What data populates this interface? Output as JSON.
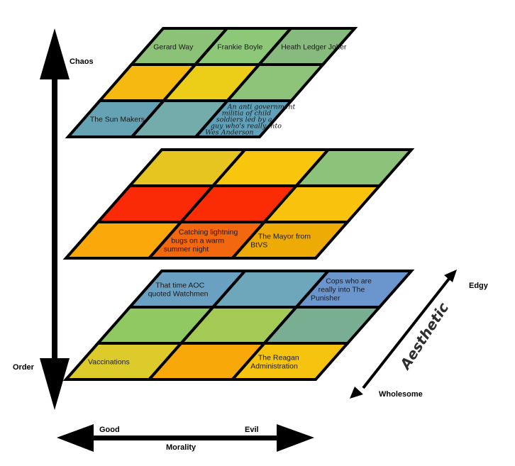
{
  "axes": {
    "vertical": {
      "top_label": "Chaos",
      "bottom_label": "Order"
    },
    "horizontal": {
      "title": "Morality",
      "left_label": "Good",
      "right_label": "Evil"
    },
    "depth": {
      "title": "Aesthetic",
      "top_label": "Edgy",
      "bottom_label": "Wholesome"
    }
  },
  "layers": [
    {
      "name": "chaos-layer",
      "cells": [
        {
          "row": 0,
          "col": 0,
          "color": "#8cc278",
          "text": [
            "Gerard Way"
          ]
        },
        {
          "row": 0,
          "col": 1,
          "color": "#8cc878",
          "text": [
            "Frankie Boyle"
          ]
        },
        {
          "row": 0,
          "col": 2,
          "color": "#86bb7d",
          "text": [
            "Heath Ledger Joker"
          ]
        },
        {
          "row": 1,
          "col": 0,
          "color": "#f5b90f",
          "text": []
        },
        {
          "row": 1,
          "col": 1,
          "color": "#eccd17",
          "text": []
        },
        {
          "row": 1,
          "col": 2,
          "color": "#8ec479",
          "text": []
        },
        {
          "row": 2,
          "col": 0,
          "color": "#64a2b4",
          "text": [
            "The Sun Makers"
          ]
        },
        {
          "row": 2,
          "col": 1,
          "color": "#74acac",
          "text": []
        },
        {
          "row": 2,
          "col": 2,
          "color": "#60a0b8",
          "text": [
            "An anti government",
            "militia of child",
            "soldiers led by a",
            "guy who's really into",
            "Wes Anderson"
          ],
          "style": "alt"
        }
      ]
    },
    {
      "name": "neutral-layer",
      "cells": [
        {
          "row": 0,
          "col": 0,
          "color": "#e7c520",
          "text": []
        },
        {
          "row": 0,
          "col": 1,
          "color": "#f8c60c",
          "text": []
        },
        {
          "row": 0,
          "col": 2,
          "color": "#8cc27a",
          "text": []
        },
        {
          "row": 1,
          "col": 0,
          "color": "#fa2a07",
          "text": []
        },
        {
          "row": 1,
          "col": 1,
          "color": "#fb2c03",
          "text": []
        },
        {
          "row": 1,
          "col": 2,
          "color": "#f9c20c",
          "text": []
        },
        {
          "row": 2,
          "col": 0,
          "color": "#fba90a",
          "text": []
        },
        {
          "row": 2,
          "col": 1,
          "color": "#f3670e",
          "text": [
            "Catching lightning",
            "bugs on a warm",
            "summer night"
          ]
        },
        {
          "row": 2,
          "col": 2,
          "color": "#eeaa05",
          "text": [
            "The Mayor from",
            "BtVS"
          ]
        }
      ]
    },
    {
      "name": "order-layer",
      "cells": [
        {
          "row": 0,
          "col": 0,
          "color": "#6aa0c1",
          "text": [
            "That time AOC",
            "quoted Watchmen"
          ]
        },
        {
          "row": 0,
          "col": 1,
          "color": "#6ea6bc",
          "text": []
        },
        {
          "row": 0,
          "col": 2,
          "color": "#6b96cd",
          "text": [
            "Cops who are",
            "really into The",
            "Punisher"
          ]
        },
        {
          "row": 1,
          "col": 0,
          "color": "#90c862",
          "text": []
        },
        {
          "row": 1,
          "col": 1,
          "color": "#a4c954",
          "text": []
        },
        {
          "row": 1,
          "col": 2,
          "color": "#7aae93",
          "text": []
        },
        {
          "row": 2,
          "col": 0,
          "color": "#dccb2b",
          "text": [
            "Vaccinations"
          ]
        },
        {
          "row": 2,
          "col": 1,
          "color": "#f8a808",
          "text": []
        },
        {
          "row": 2,
          "col": 2,
          "color": "#f6c40e",
          "text": [
            "The Reagan",
            "Administration"
          ]
        }
      ]
    }
  ]
}
